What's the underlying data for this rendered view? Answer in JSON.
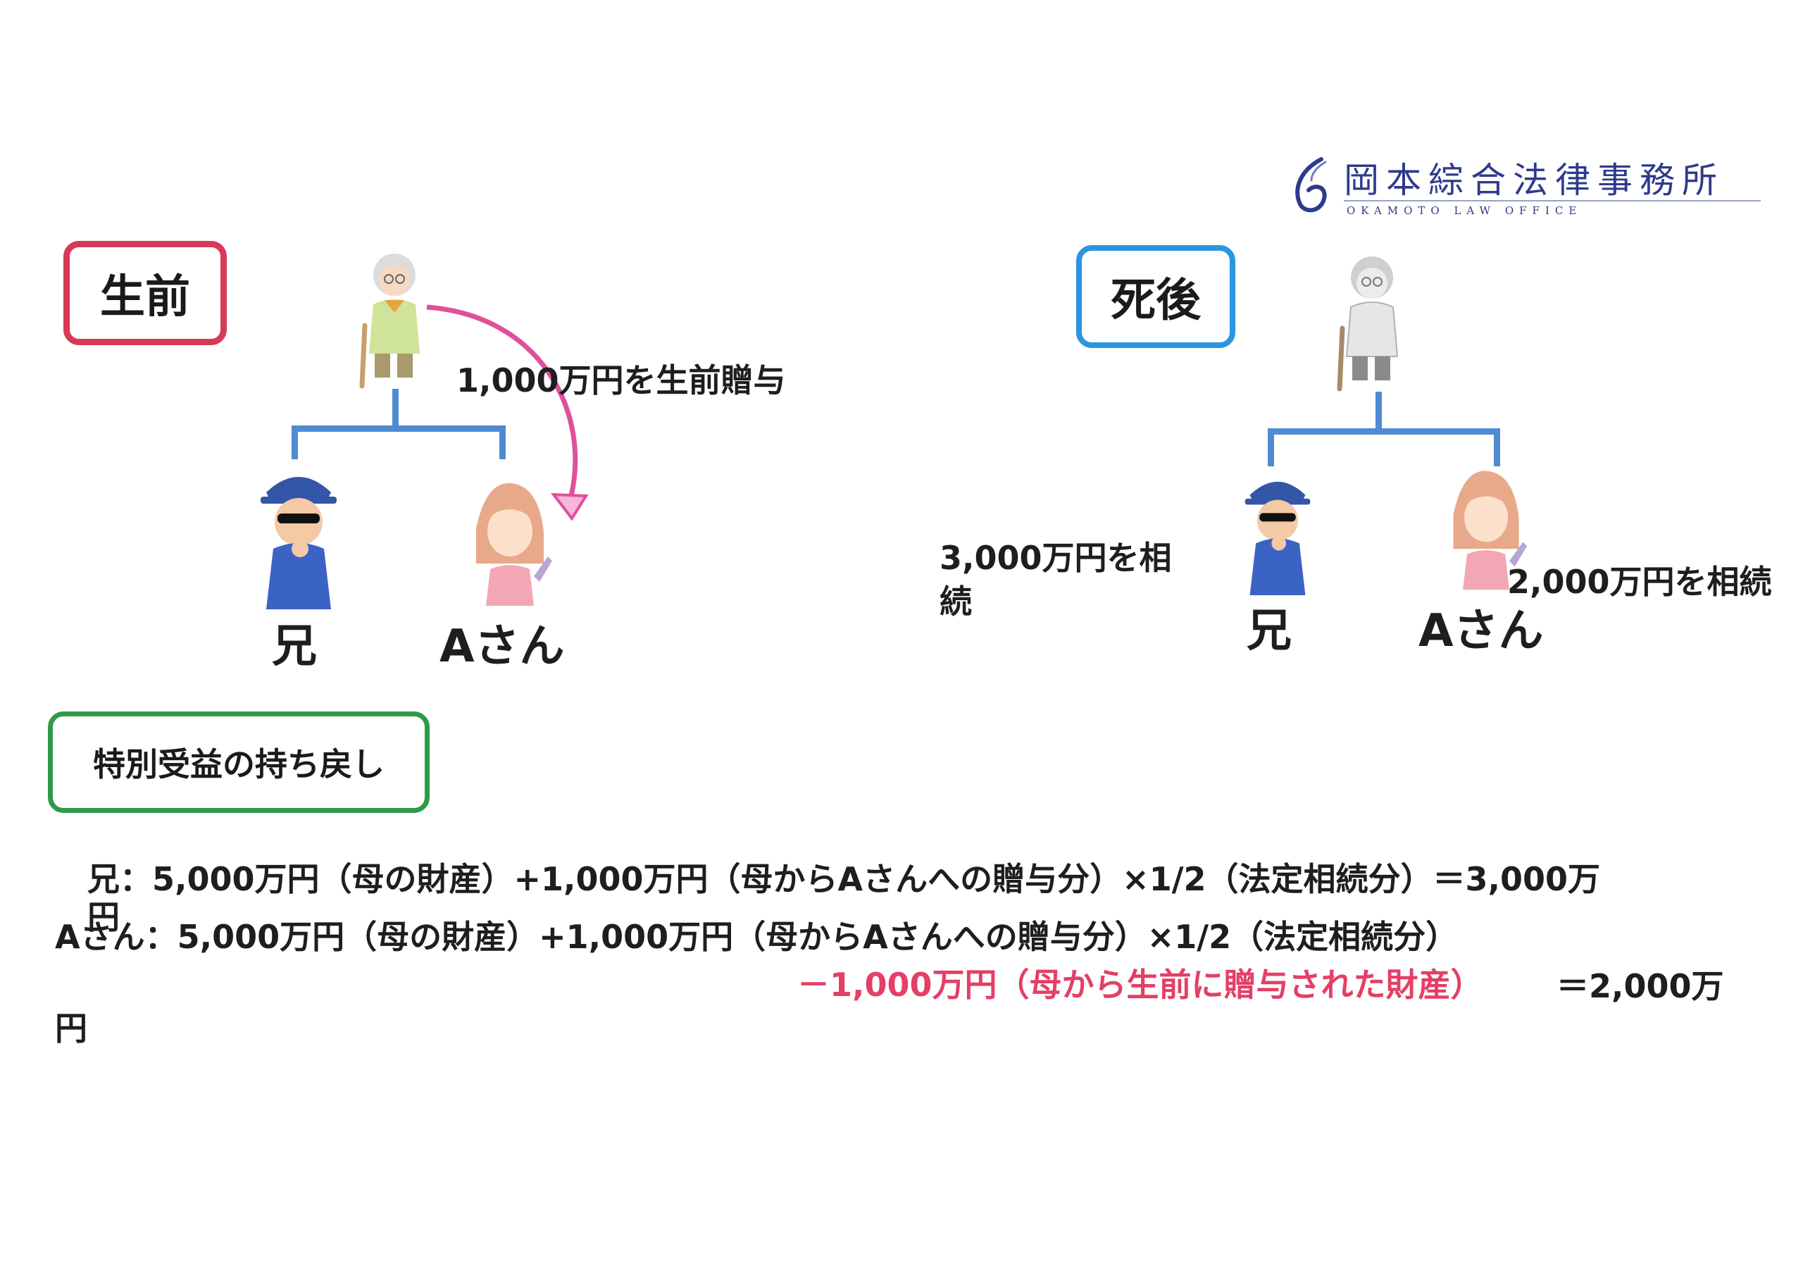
{
  "logo": {
    "name_jp": "岡本綜合法律事務所",
    "name_en": "OKAMOTO LAW OFFICE",
    "brand_color": "#2d3a8c"
  },
  "before": {
    "label": "生前",
    "gift_note": "1,000万円を生前贈与",
    "brother": "兄",
    "a_san": "Aさん"
  },
  "after": {
    "label": "死後",
    "brother_note_line1": "3,000万円を相",
    "brother_note_line2": "続",
    "a_san_note": "2,000万円を相続",
    "brother": "兄",
    "a_san": "Aさん"
  },
  "special_benefit": {
    "label": "特別受益の持ち戻し"
  },
  "calc": {
    "brother_line": "兄：5,000万円（母の財産）+1,000万円（母からAさんへの贈与分）×1/2（法定相続分）＝3,000万",
    "brother_wrap": "円",
    "a_line": "Aさん：5,000万円（母の財産）+1,000万円（母からAさんへの贈与分）×1/2（法定相続分）",
    "a_deduction": "－1,000万円（母から生前に贈与された財産）",
    "a_result": "＝2,000万",
    "a_wrap": "円"
  },
  "colors": {
    "before_border": "#d63a57",
    "after_border": "#2c95e0",
    "return_border": "#2e9a48",
    "tree_line": "#4f8bd0",
    "gift_arrow": "#e0509a",
    "deduction_text": "#e43f66"
  }
}
